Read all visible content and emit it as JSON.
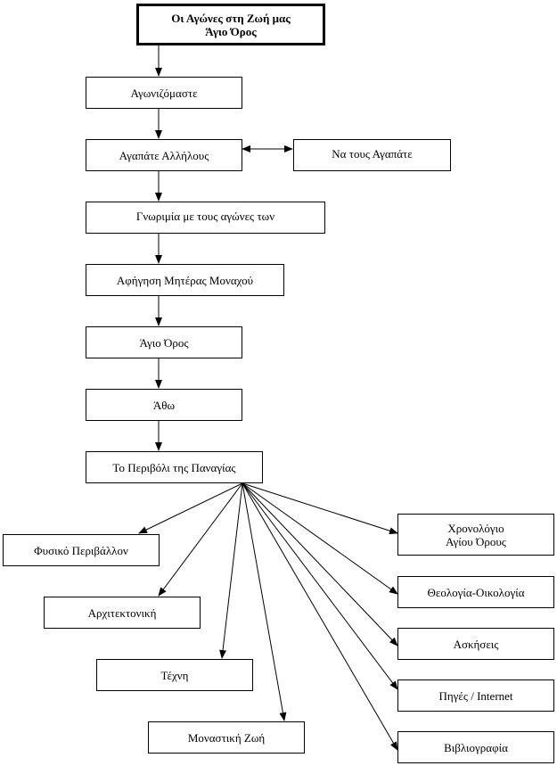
{
  "diagram": {
    "nodes": {
      "root": {
        "line1": "Οι Αγώνες στη Ζωή μας",
        "line2": "Άγιο Όρος"
      },
      "agonizomaste": "Αγωνιζόμαστε",
      "agapate_allilous": "Αγαπάτε Αλλήλους",
      "na_tous_agapate": "Να τους Αγαπάτε",
      "gnorimia": "Γνωριμία με τους αγώνες των",
      "afigisi": "Αφήγηση Μητέρας Μοναχού",
      "agio_oros": "Άγιο Όρος",
      "atho": "Άθω",
      "perivoli": "Το Περιβόλι της Παναγίας",
      "fysiko": "Φυσικό Περιβάλλον",
      "architektoniki": "Αρχιτεκτονική",
      "techni": "Τέχνη",
      "monastiki": "Μοναστική Ζωή",
      "chronologio": {
        "line1": "Χρονολόγιο",
        "line2": "Αγίου Όρους"
      },
      "theologia": "Θεολογία-Οικολογία",
      "askiseis": "Ασκήσεις",
      "piges": "Πηγές / Internet",
      "vivliografia": "Βιβλιογραφία"
    },
    "edges": [
      {
        "from": "root",
        "to": "agonizomaste"
      },
      {
        "from": "agonizomaste",
        "to": "agapate_allilous"
      },
      {
        "from": "agapate_allilous",
        "to": "na_tous_agapate",
        "bidirectional": true
      },
      {
        "from": "agapate_allilous",
        "to": "gnorimia"
      },
      {
        "from": "gnorimia",
        "to": "afigisi"
      },
      {
        "from": "afigisi",
        "to": "agio_oros"
      },
      {
        "from": "agio_oros",
        "to": "atho"
      },
      {
        "from": "atho",
        "to": "perivoli"
      },
      {
        "from": "perivoli",
        "to": "fysiko"
      },
      {
        "from": "perivoli",
        "to": "architektoniki"
      },
      {
        "from": "perivoli",
        "to": "techni"
      },
      {
        "from": "perivoli",
        "to": "monastiki"
      },
      {
        "from": "perivoli",
        "to": "chronologio"
      },
      {
        "from": "perivoli",
        "to": "theologia"
      },
      {
        "from": "perivoli",
        "to": "askiseis"
      },
      {
        "from": "perivoli",
        "to": "piges"
      },
      {
        "from": "perivoli",
        "to": "vivliografia"
      }
    ]
  }
}
